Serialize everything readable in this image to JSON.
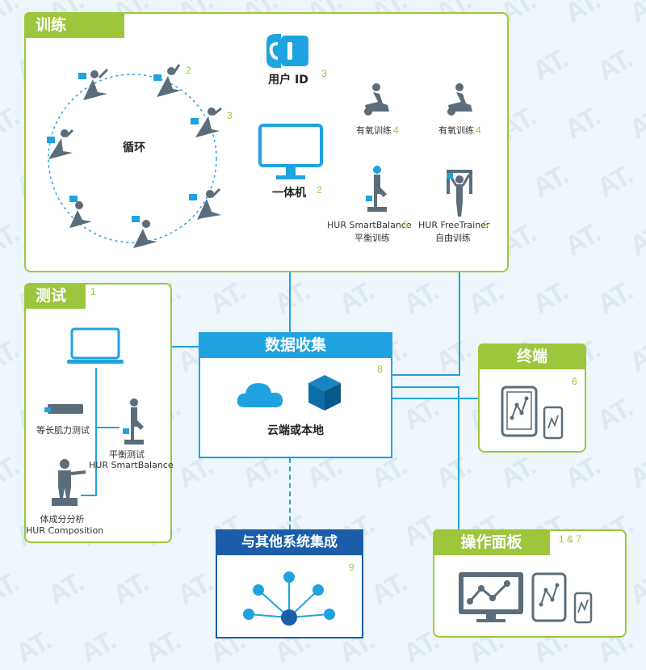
{
  "sections": {
    "training": {
      "title": "训练",
      "circuit_label": "循环"
    },
    "testing": {
      "title": "测试",
      "num": "1"
    },
    "data_collection": {
      "title": "数据收集",
      "num": "8",
      "label": "云端或本地"
    },
    "terminal": {
      "title": "终端",
      "num": "6"
    },
    "dashboard": {
      "title": "操作面板",
      "num": "1 & 7"
    },
    "integration": {
      "title": "与其他系统集成",
      "num": "9"
    }
  },
  "nodes": {
    "user_id": {
      "label": "用户 ID",
      "num": "3"
    },
    "all_in_one": {
      "label": "一体机",
      "num": "2"
    },
    "cardio1": {
      "label": "有氧训练",
      "num": "4"
    },
    "cardio2": {
      "label": "有氧训练",
      "num": "4"
    },
    "smartbalance_train": {
      "line1": "HUR SmartBalance",
      "line2": "平衡训练",
      "num": "5"
    },
    "freetrainer": {
      "line1": "HUR FreeTrainer",
      "line2": "自由训练",
      "num": "5"
    },
    "circuit_num_a": "2",
    "circuit_num_b": "3",
    "isokinetic": {
      "label": "等长肌力测试"
    },
    "balance_test": {
      "line1": "平衡测试",
      "line2": "HUR SmartBalance"
    },
    "composition": {
      "line1": "体成分分析",
      "line2": "HUR Composition"
    }
  },
  "colors": {
    "green": "#9dc63d",
    "blue": "#1fa3e0",
    "navy": "#1b5da8",
    "gray_figure": "#5b6d7a",
    "cube": "#0d6ea8"
  },
  "icons": [
    "user-id-card-icon",
    "monitor-icon",
    "laptop-icon",
    "cloud-icon",
    "cube-icon",
    "tablet-icon",
    "phone-icon",
    "network-icon",
    "exercise-machine-icon",
    "person-figure-icon"
  ]
}
